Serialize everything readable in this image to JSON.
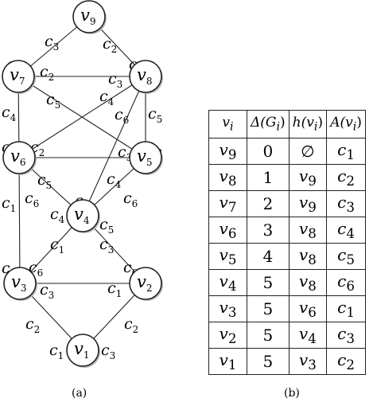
{
  "graph": {
    "nodes": [
      {
        "id": "v9",
        "name": "v",
        "sub": "9"
      },
      {
        "id": "v7",
        "name": "v",
        "sub": "7"
      },
      {
        "id": "v8",
        "name": "v",
        "sub": "8"
      },
      {
        "id": "v6",
        "name": "v",
        "sub": "6"
      },
      {
        "id": "v5",
        "name": "v",
        "sub": "5"
      },
      {
        "id": "v4",
        "name": "v",
        "sub": "4"
      },
      {
        "id": "v3",
        "name": "v",
        "sub": "3"
      },
      {
        "id": "v2",
        "name": "v",
        "sub": "2"
      },
      {
        "id": "v1",
        "name": "v",
        "sub": "1"
      }
    ],
    "edges": [
      {
        "from": "v9",
        "to": "v7"
      },
      {
        "from": "v9",
        "to": "v8"
      },
      {
        "from": "v7",
        "to": "v8"
      },
      {
        "from": "v7",
        "to": "v6"
      },
      {
        "from": "v7",
        "to": "v5"
      },
      {
        "from": "v8",
        "to": "v6"
      },
      {
        "from": "v8",
        "to": "v5"
      },
      {
        "from": "v8",
        "to": "v4"
      },
      {
        "from": "v6",
        "to": "v5"
      },
      {
        "from": "v6",
        "to": "v4"
      },
      {
        "from": "v6",
        "to": "v3"
      },
      {
        "from": "v5",
        "to": "v4"
      },
      {
        "from": "v4",
        "to": "v3"
      },
      {
        "from": "v4",
        "to": "v2"
      },
      {
        "from": "v3",
        "to": "v2"
      },
      {
        "from": "v3",
        "to": "v1"
      },
      {
        "from": "v2",
        "to": "v1"
      }
    ],
    "labels": [
      {
        "id": "l1",
        "name": "c",
        "sub": "3"
      },
      {
        "id": "l2",
        "name": "c",
        "sub": "2"
      },
      {
        "id": "l3",
        "name": "c",
        "sub": "1"
      },
      {
        "id": "l4",
        "name": "c",
        "sub": "2"
      },
      {
        "id": "l5",
        "name": "c",
        "sub": "3"
      },
      {
        "id": "l6",
        "name": "c",
        "sub": "1"
      },
      {
        "id": "l7",
        "name": "c",
        "sub": "5"
      },
      {
        "id": "l8",
        "name": "c",
        "sub": "4"
      },
      {
        "id": "l9",
        "name": "c",
        "sub": "4"
      },
      {
        "id": "l10",
        "name": "c",
        "sub": "6"
      },
      {
        "id": "l11",
        "name": "c",
        "sub": "5"
      },
      {
        "id": "l12",
        "name": "c",
        "sub": "3"
      },
      {
        "id": "l13",
        "name": "c",
        "sub": "2"
      },
      {
        "id": "l14",
        "name": "c",
        "sub": "3"
      },
      {
        "id": "l15",
        "name": "c",
        "sub": "2"
      },
      {
        "id": "l16",
        "name": "c",
        "sub": "5"
      },
      {
        "id": "l17",
        "name": "c",
        "sub": "4"
      },
      {
        "id": "l18",
        "name": "c",
        "sub": "6"
      },
      {
        "id": "l19",
        "name": "c",
        "sub": "6"
      },
      {
        "id": "l20",
        "name": "c",
        "sub": "1"
      },
      {
        "id": "l21",
        "name": "c",
        "sub": "2"
      },
      {
        "id": "l22",
        "name": "c",
        "sub": "4"
      },
      {
        "id": "l23",
        "name": "c",
        "sub": "5"
      },
      {
        "id": "l24",
        "name": "c",
        "sub": "1"
      },
      {
        "id": "l25",
        "name": "c",
        "sub": "3"
      },
      {
        "id": "l26",
        "name": "c",
        "sub": "4"
      },
      {
        "id": "l27",
        "name": "c",
        "sub": "6"
      },
      {
        "id": "l28",
        "name": "c",
        "sub": "6"
      },
      {
        "id": "l29",
        "name": "c",
        "sub": "3"
      },
      {
        "id": "l30",
        "name": "c",
        "sub": "1"
      },
      {
        "id": "l31",
        "name": "c",
        "sub": "2"
      },
      {
        "id": "l32",
        "name": "c",
        "sub": "2"
      },
      {
        "id": "l33",
        "name": "c",
        "sub": "1"
      },
      {
        "id": "l34",
        "name": "c",
        "sub": "3"
      }
    ]
  },
  "captions": {
    "a": "(a)",
    "b": "(b)"
  },
  "table": {
    "headers": [
      {
        "main": "v",
        "sub": "i"
      },
      {
        "main": "Δ(G",
        "sub": "i",
        "tail": ")"
      },
      {
        "main": "h(v",
        "sub": "i",
        "tail": ")"
      },
      {
        "main": "A(v",
        "sub": "i",
        "tail": ")"
      }
    ],
    "rows": [
      [
        {
          "main": "v",
          "sub": "9"
        },
        {
          "main": "0"
        },
        {
          "main": "∅"
        },
        {
          "main": "c",
          "sub": "1"
        }
      ],
      [
        {
          "main": "v",
          "sub": "8"
        },
        {
          "main": "1"
        },
        {
          "main": "v",
          "sub": "9"
        },
        {
          "main": "c",
          "sub": "2"
        }
      ],
      [
        {
          "main": "v",
          "sub": "7"
        },
        {
          "main": "2"
        },
        {
          "main": "v",
          "sub": "9"
        },
        {
          "main": "c",
          "sub": "3"
        }
      ],
      [
        {
          "main": "v",
          "sub": "6"
        },
        {
          "main": "3"
        },
        {
          "main": "v",
          "sub": "8"
        },
        {
          "main": "c",
          "sub": "4"
        }
      ],
      [
        {
          "main": "v",
          "sub": "5"
        },
        {
          "main": "4"
        },
        {
          "main": "v",
          "sub": "8"
        },
        {
          "main": "c",
          "sub": "5"
        }
      ],
      [
        {
          "main": "v",
          "sub": "4"
        },
        {
          "main": "5"
        },
        {
          "main": "v",
          "sub": "8"
        },
        {
          "main": "c",
          "sub": "6"
        }
      ],
      [
        {
          "main": "v",
          "sub": "3"
        },
        {
          "main": "5"
        },
        {
          "main": "v",
          "sub": "6"
        },
        {
          "main": "c",
          "sub": "1"
        }
      ],
      [
        {
          "main": "v",
          "sub": "2"
        },
        {
          "main": "5"
        },
        {
          "main": "v",
          "sub": "4"
        },
        {
          "main": "c",
          "sub": "3"
        }
      ],
      [
        {
          "main": "v",
          "sub": "1"
        },
        {
          "main": "5"
        },
        {
          "main": "v",
          "sub": "3"
        },
        {
          "main": "c",
          "sub": "2"
        }
      ]
    ]
  }
}
